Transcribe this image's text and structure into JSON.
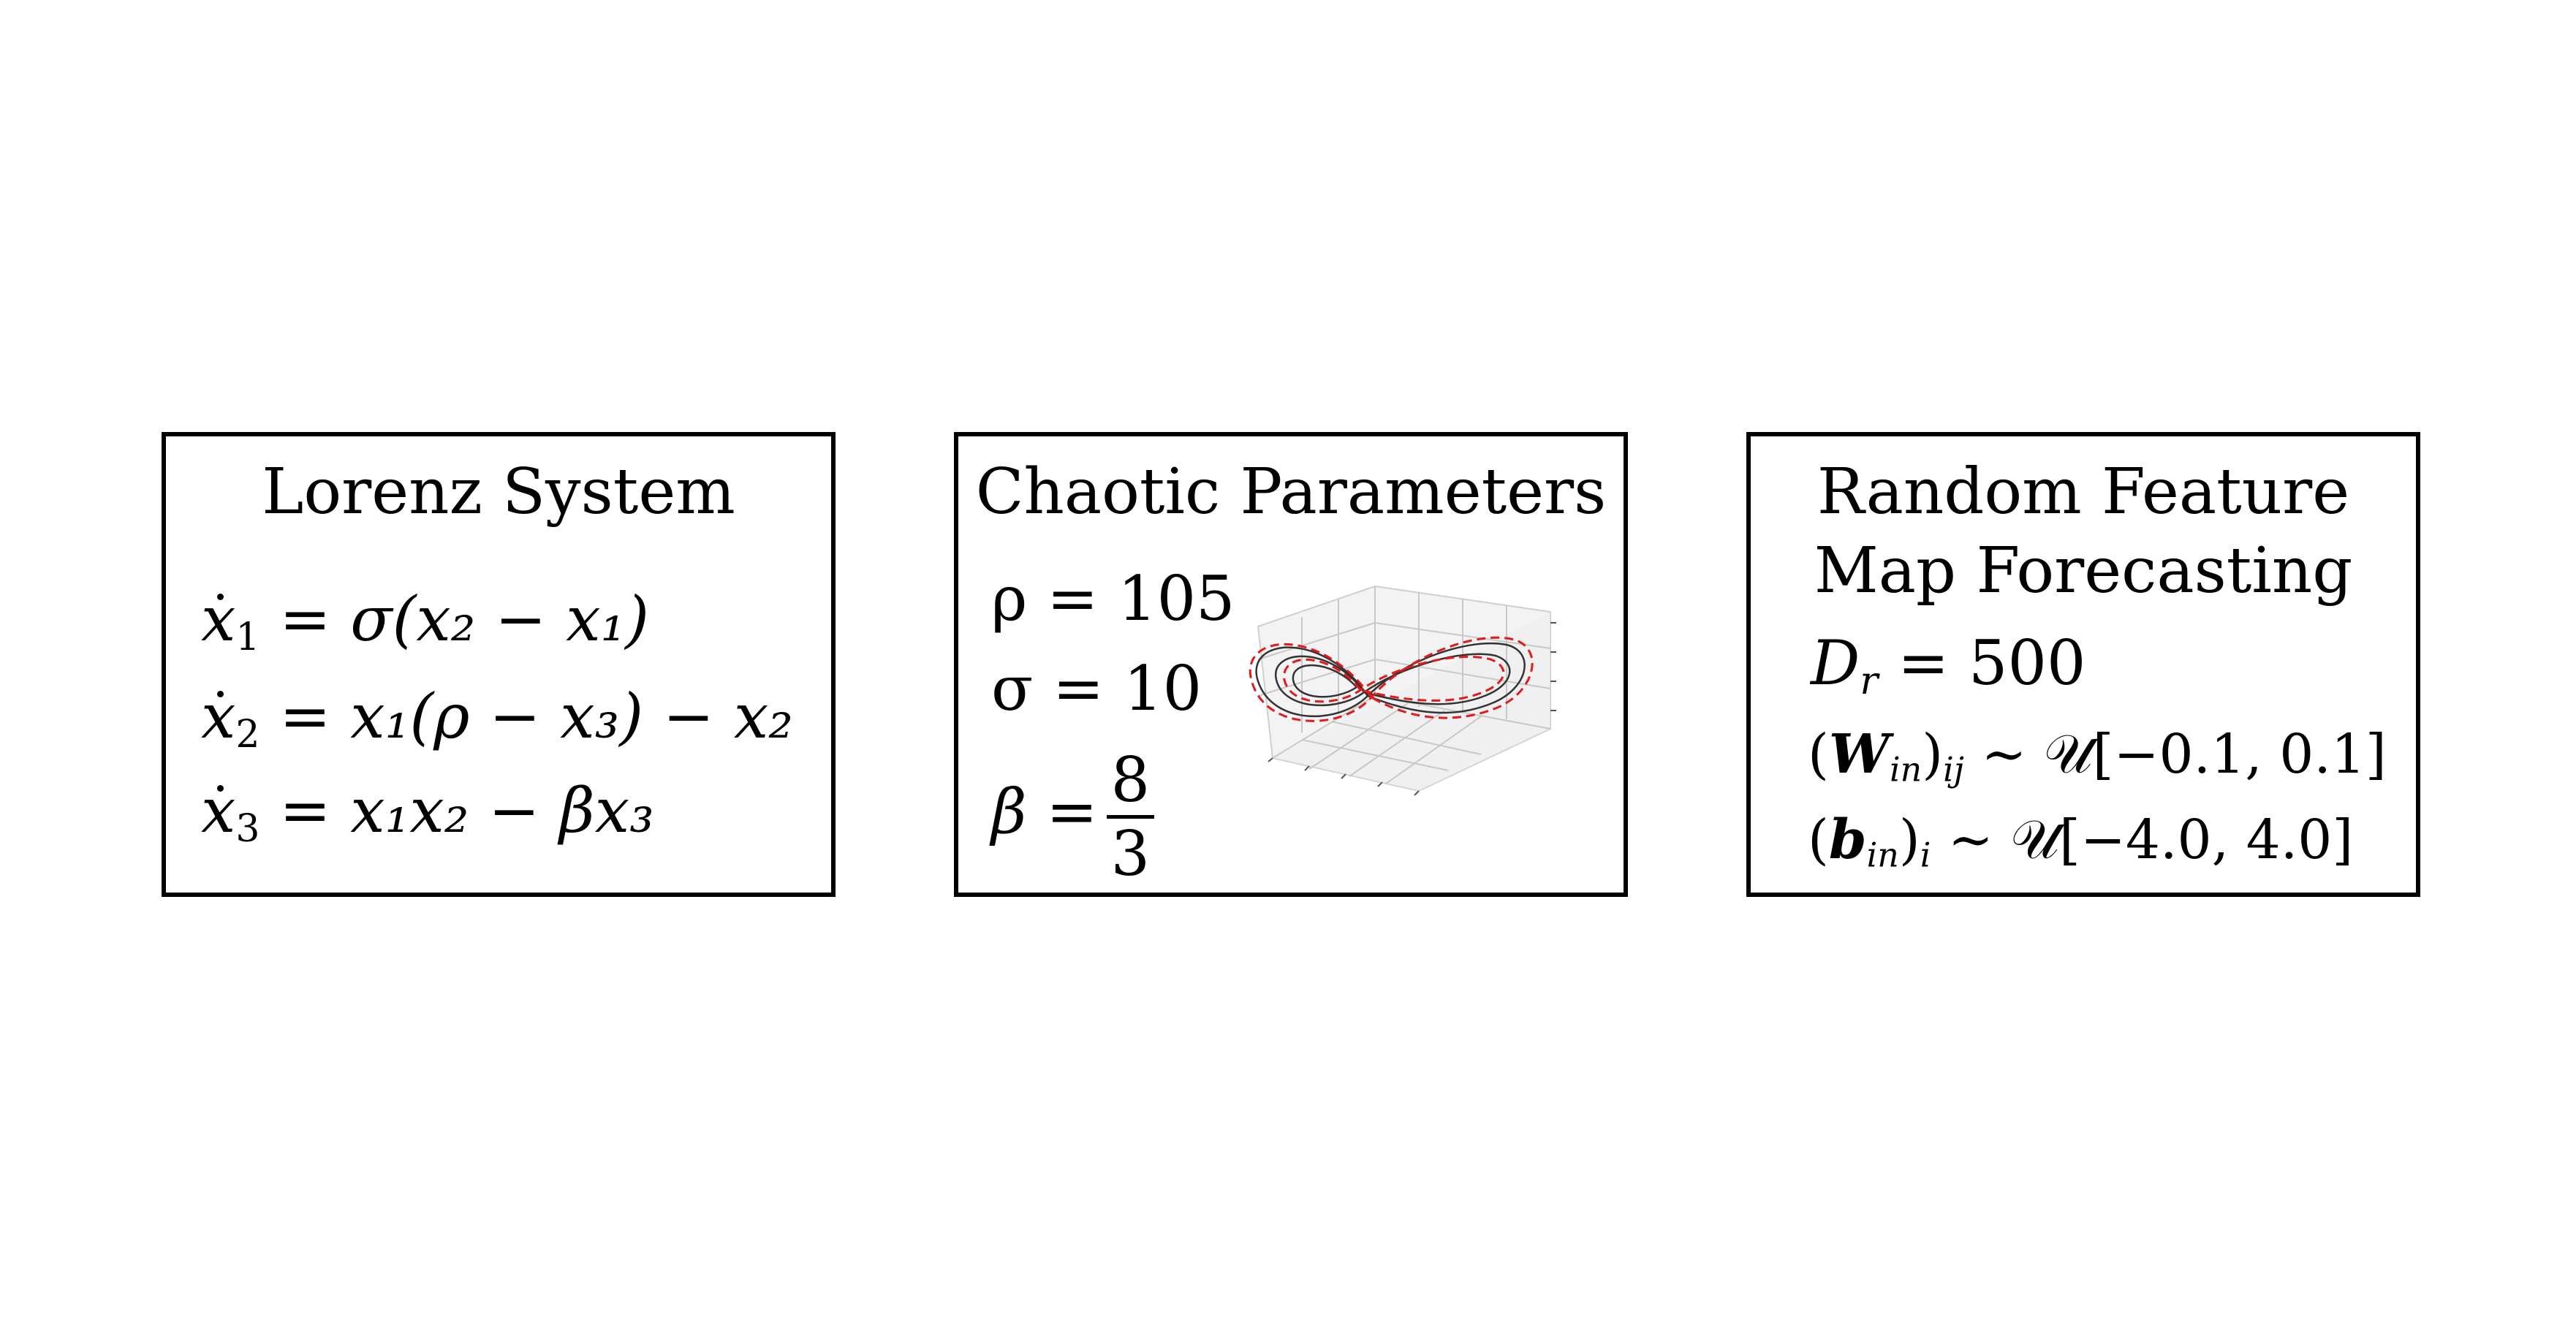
{
  "lorenz": {
    "title": "Lorenz System",
    "eq1": {
      "lhs": "x",
      "sub": "1",
      "rhs": " = σ(x₂ − x₁)"
    },
    "eq2": {
      "lhs": "x",
      "sub": "2",
      "rhs": " = x₁(ρ − x₃) − x₂"
    },
    "eq3": {
      "lhs": "x",
      "sub": "3",
      "rhs": " = x₁x₂ − βx₃"
    }
  },
  "chaotic": {
    "title": "Chaotic Parameters",
    "rho": "ρ = 105",
    "sigma": "σ = 10",
    "beta_label": "β =",
    "beta_num": "8",
    "beta_den": "3"
  },
  "rfm": {
    "title_line1": "Random Feature",
    "title_line2": "Map Forecasting",
    "dr": "D",
    "dr_sub": "r",
    "dr_value": " = 500",
    "w_symbol": "W",
    "w_sub": "in",
    "w_idx": "ij",
    "w_dist": " ∼ 𝒰[−0.1, 0.1]",
    "b_symbol": "b",
    "b_sub": "in",
    "b_idx": "i",
    "b_dist": " ∼ 𝒰[−4.0, 4.0]"
  },
  "colors": {
    "trajectory_true": "#333333",
    "trajectory_forecast": "#e31a1c",
    "border": "#000000"
  }
}
